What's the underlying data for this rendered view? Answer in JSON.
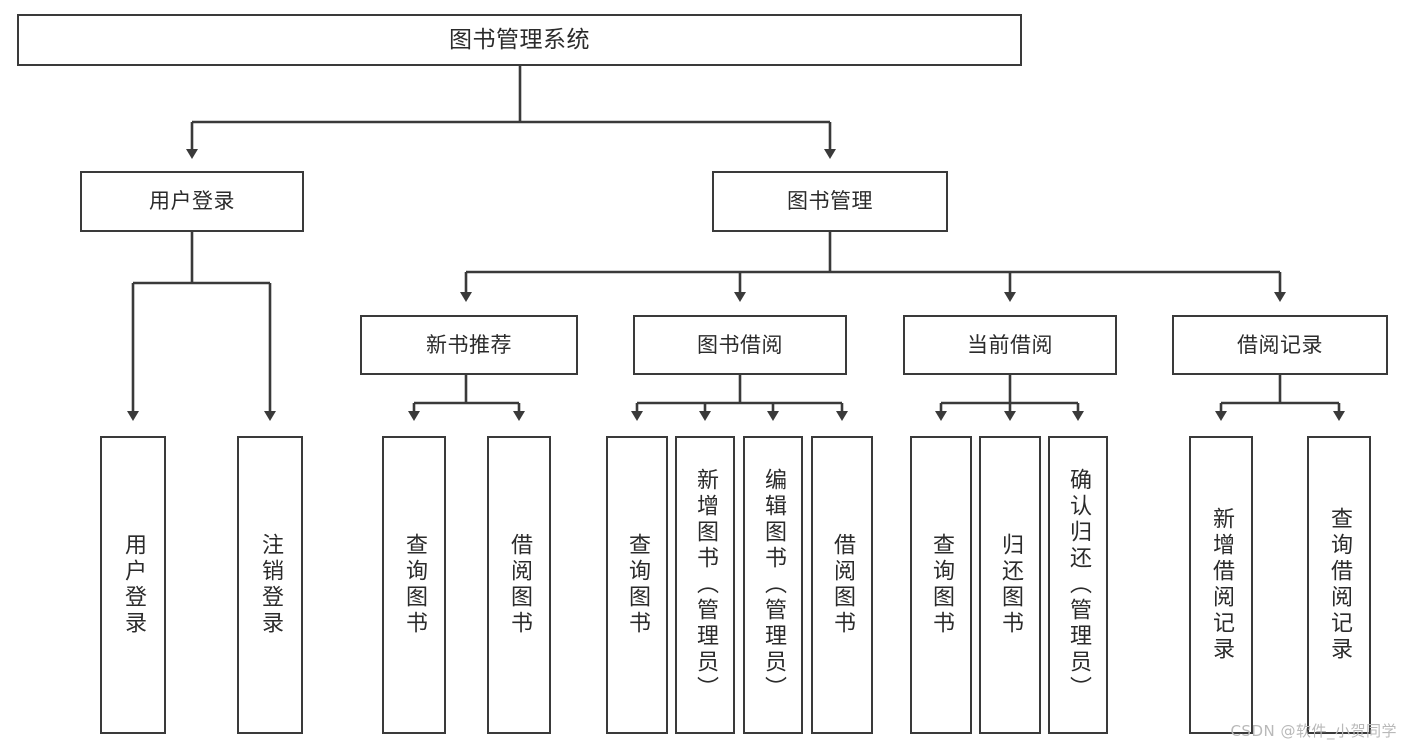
{
  "diagram": {
    "title": "图书管理系统",
    "watermark": "CSDN @软件_小贺同学",
    "stroke_color": "#3a3a3a",
    "text_color": "#2b2b2b",
    "background_color": "#ffffff",
    "watermark_color": "#b9b9b9"
  },
  "nodes": {
    "root": {
      "label": "图书管理系统"
    },
    "level2": [
      {
        "label": "用户登录"
      },
      {
        "label": "图书管理"
      }
    ],
    "level3": [
      {
        "label": "新书推荐"
      },
      {
        "label": "图书借阅"
      },
      {
        "label": "当前借阅"
      },
      {
        "label": "借阅记录"
      }
    ],
    "leaves": [
      {
        "label": "用户登录"
      },
      {
        "label": "注销登录"
      },
      {
        "label": "查询图书"
      },
      {
        "label": "借阅图书"
      },
      {
        "label": "查询图书"
      },
      {
        "label": "新增图书（管理员）"
      },
      {
        "label": "编辑图书（管理员）"
      },
      {
        "label": "借阅图书"
      },
      {
        "label": "查询图书"
      },
      {
        "label": "归还图书"
      },
      {
        "label": "确认归还（管理员）"
      },
      {
        "label": "新增借阅记录"
      },
      {
        "label": "查询借阅记录"
      }
    ]
  }
}
